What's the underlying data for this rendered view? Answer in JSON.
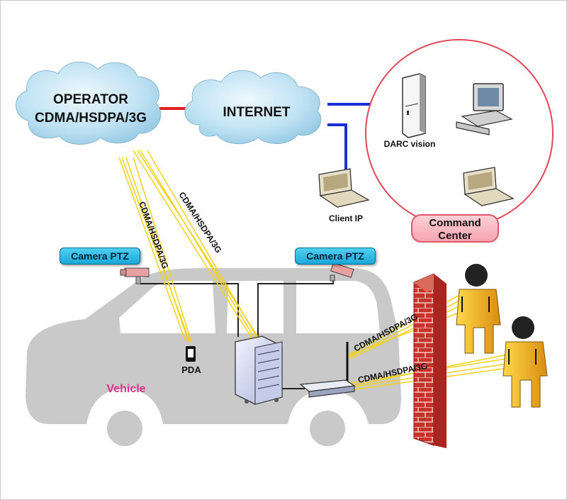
{
  "clouds": {
    "operator_line1": "OPERATOR",
    "operator_line2": "CDMA/HSDPA/3G",
    "internet": "INTERNET"
  },
  "labels": {
    "darc_vision": "DARC vision",
    "client_ip": "Client IP",
    "command_center_line1": "Command",
    "command_center_line2": "Center",
    "camera_left": "Camera PTZ",
    "camera_right": "Camera PTZ",
    "pda": "PDA",
    "vehicle": "Vehicle"
  },
  "links": {
    "link_pda": "CDMA/HSDPA/3G",
    "link_server": "CDMA/HSDPA/3G",
    "link_person_1": "CDMA/HSDPA/3G",
    "link_person_2": "CDMA/HSDPA/3G"
  },
  "colors": {
    "operator_link": "#e02020",
    "internet_link": "#1a2fd8",
    "wireless": "#f2d21a",
    "command_ring": "#e04a58",
    "vehicle": "#c9c9c9",
    "vehicle_label": "#e0308a",
    "wall": "#c8322c",
    "person": "#f0b81a"
  }
}
